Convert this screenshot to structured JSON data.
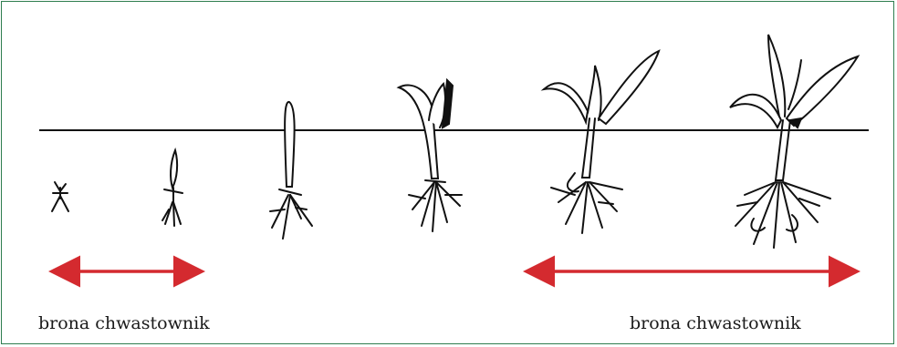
{
  "figure": {
    "border_color": "#2e7d4f",
    "arrow_color": "#d42a2f",
    "ink_color": "#111111"
  },
  "labels": {
    "left": "brona chwastownik",
    "right": "brona chwastownik"
  },
  "plants": [
    {
      "stage": 1,
      "icon": "seedling-sprout-icon"
    },
    {
      "stage": 2,
      "icon": "seedling-shoot-icon"
    },
    {
      "stage": 3,
      "icon": "seedling-emerging-icon"
    },
    {
      "stage": 4,
      "icon": "seedling-first-leaf-icon"
    },
    {
      "stage": 5,
      "icon": "seedling-two-leaves-icon"
    },
    {
      "stage": 6,
      "icon": "seedling-three-leaves-icon"
    }
  ]
}
